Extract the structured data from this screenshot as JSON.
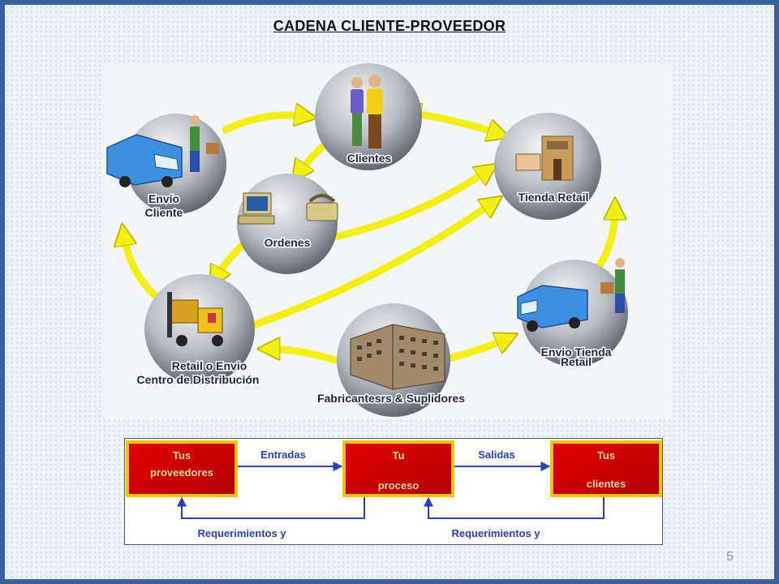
{
  "title": "CADENA CLIENTE-PROVEEDOR",
  "page_number": "5",
  "nodes": {
    "clientes": "Clientes",
    "tienda": "Tienda Retail",
    "envio_cliente_l1": "Envío",
    "envio_cliente_l2": "Cliente",
    "ordenes": "Ordenes",
    "centro_l1": "Retail o Envio",
    "centro_l2": "Centro de Distribución",
    "envio_tienda_l1": "Envio Tienda",
    "envio_tienda_l2": "Retail",
    "fabricantes": "Fabricantesrs & Suplidores"
  },
  "process": {
    "box1_l1": "Tus",
    "box1_l2": "proveedores",
    "box2_l1": "Tu",
    "box2_l2": "proceso",
    "box3_l1": "Tus",
    "box3_l2": "clientes",
    "entradas": "Entradas",
    "salidas": "Salidas",
    "req1": "Requerimientos y",
    "req2": "Requerimientos y"
  },
  "colors": {
    "frame": "#3b5f9a",
    "arrow": "#f2ee16",
    "box_red": "#d40000",
    "box_border": "#f4c400",
    "flow_blue": "#2b3fb8"
  }
}
